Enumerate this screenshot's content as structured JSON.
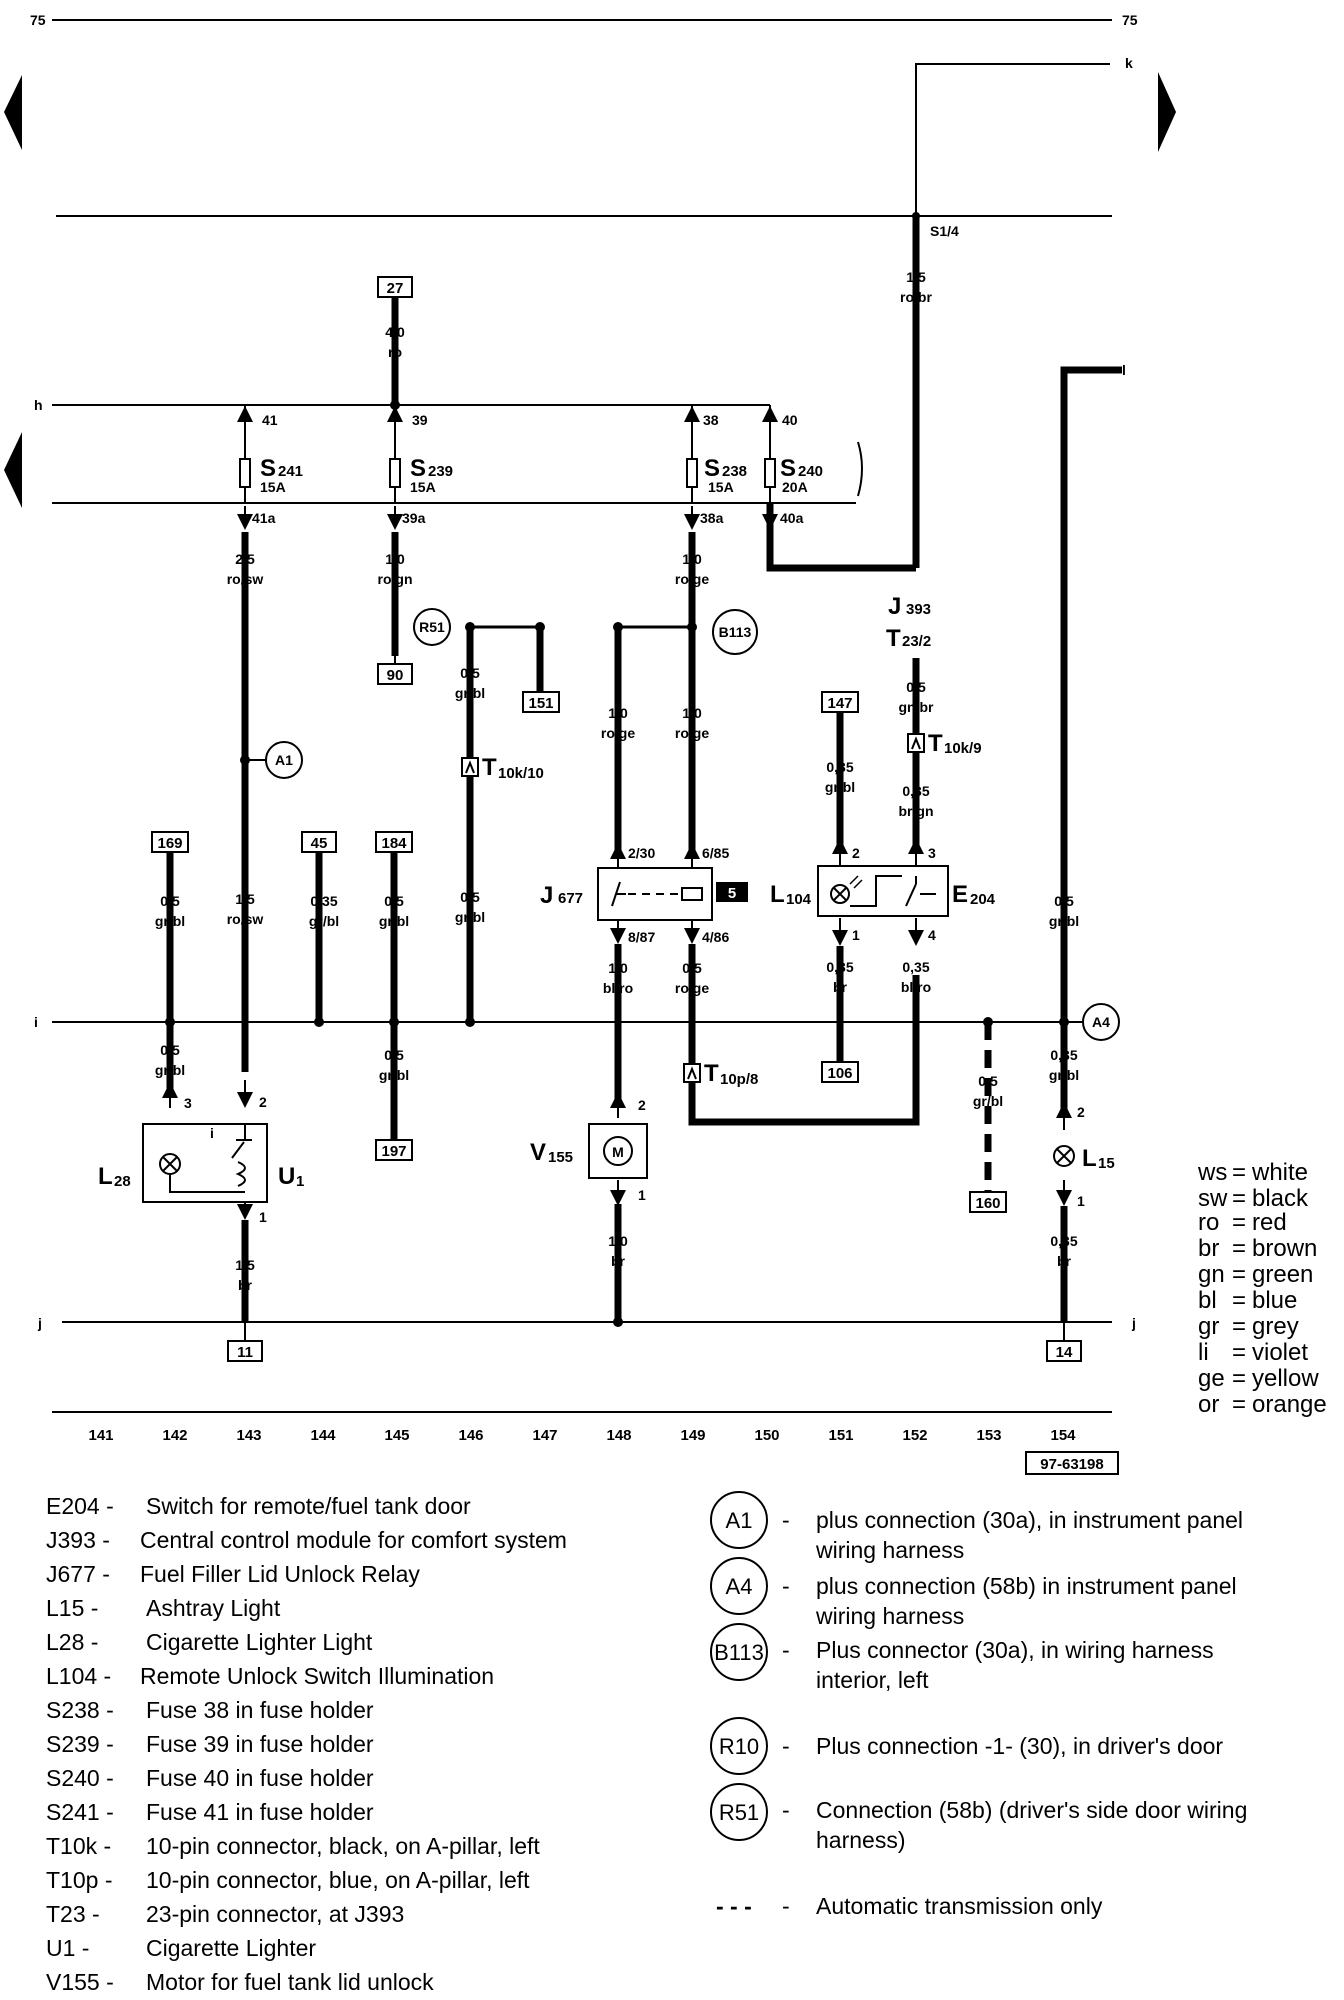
{
  "diagram": {
    "refs": {
      "top_left": "75",
      "top_right": "75",
      "k": "k",
      "h": "h",
      "l": "l",
      "i": "i",
      "j_left": "j",
      "j_right": "j",
      "doc": "97-63198"
    },
    "boxes": {
      "b27": "27",
      "b90": "90",
      "b151": "151",
      "b147": "147",
      "b169": "169",
      "b45": "45",
      "b184": "184",
      "b197": "197",
      "b106": "106",
      "b160": "160",
      "b11": "11",
      "b14": "14",
      "b5": "5"
    },
    "circles": {
      "r51": "R51",
      "b113": "B113",
      "a1": "A1",
      "a4": "A4"
    },
    "fuses": {
      "s241": {
        "name": "S",
        "sub": "241",
        "amp": "15A",
        "in": "41",
        "out": "41a"
      },
      "s239": {
        "name": "S",
        "sub": "239",
        "amp": "15A",
        "in": "39",
        "out": "39a"
      },
      "s238": {
        "name": "S",
        "sub": "238",
        "amp": "15A",
        "in": "38",
        "out": "38a"
      },
      "s240": {
        "name": "S",
        "sub": "240",
        "amp": "20A",
        "in": "40",
        "out": "40a"
      }
    },
    "wires": {
      "w27": {
        "size": "4,0",
        "color": "ro"
      },
      "s14": {
        "size": "1,5",
        "color": "ro/br"
      },
      "w41": {
        "size": "2,5",
        "color": "ro/sw"
      },
      "w39": {
        "size": "1,0",
        "color": "ro/gn"
      },
      "w38": {
        "size": "1,0",
        "color": "ro/ge"
      },
      "wr51": {
        "size": "0,5",
        "color": "gr/bl"
      },
      "w148": {
        "size": "1,0",
        "color": "ro/ge"
      },
      "w149": {
        "size": "1,0",
        "color": "ro/ge"
      },
      "w147": {
        "size": "0,35",
        "color": "gr/bl"
      },
      "wj393": {
        "size": "0,5",
        "color": "gn/br"
      },
      "w10k9": {
        "size": "0,35",
        "color": "br/gn"
      },
      "w169": {
        "size": "0,5",
        "color": "gr/bl"
      },
      "w143": {
        "size": "1,5",
        "color": "ro/sw"
      },
      "w45": {
        "size": "0,35",
        "color": "gr/bl"
      },
      "w184": {
        "size": "0,5",
        "color": "gr/bl"
      },
      "w146": {
        "size": "0,5",
        "color": "gr/bl"
      },
      "w154": {
        "size": "0,5",
        "color": "gr/bl"
      },
      "w887": {
        "size": "1,0",
        "color": "bl/ro"
      },
      "w486": {
        "size": "0,5",
        "color": "ro/ge"
      },
      "wl1": {
        "size": "0,35",
        "color": "br"
      },
      "we4": {
        "size": "0,35",
        "color": "bl/ro"
      },
      "w142b": {
        "size": "0,5",
        "color": "gr/bl"
      },
      "w197": {
        "size": "0,5",
        "color": "gr/bl"
      },
      "w160": {
        "size": "0,5",
        "color": "gr/bl"
      },
      "w154b": {
        "size": "0,35",
        "color": "gr/bl"
      },
      "w11": {
        "size": "1,5",
        "color": "br"
      },
      "wv": {
        "size": "1,0",
        "color": "br"
      },
      "w14": {
        "size": "0,35",
        "color": "br"
      }
    },
    "pins": {
      "s14": "S1/4",
      "j230": "2/30",
      "j685": "6/85",
      "j887": "8/87",
      "j486": "4/86",
      "l2": "2",
      "l1": "1",
      "e3": "3",
      "e4": "4",
      "l28p3": "3",
      "u1p2": "2",
      "u1p1": "1",
      "v2": "2",
      "v1": "1",
      "l15p2": "2",
      "l15p1": "1"
    },
    "conns": {
      "t10k10": {
        "name": "T",
        "sub": "10k/10"
      },
      "t10k9": {
        "name": "T",
        "sub": "10k/9"
      },
      "t10p8": {
        "name": "T",
        "sub": "10p/8"
      },
      "t232": {
        "name": "T",
        "sub": "23/2"
      }
    },
    "comps": {
      "j393": {
        "name": "J",
        "sub": "393"
      },
      "j677": {
        "name": "J",
        "sub": "677"
      },
      "l104": {
        "name": "L",
        "sub": "104"
      },
      "e204": {
        "name": "E",
        "sub": "204"
      },
      "v155": {
        "name": "V",
        "sub": "155"
      },
      "l28": {
        "name": "L",
        "sub": "28"
      },
      "u1": {
        "name": "U",
        "sub": "1"
      },
      "l15": {
        "name": "L",
        "sub": "15"
      },
      "motor": "M",
      "i": "i"
    },
    "columns": [
      "141",
      "142",
      "143",
      "144",
      "145",
      "146",
      "147",
      "148",
      "149",
      "150",
      "151",
      "152",
      "153",
      "154"
    ]
  },
  "color_key": [
    {
      "abbr": "ws",
      "name": "white"
    },
    {
      "abbr": "sw",
      "name": "black"
    },
    {
      "abbr": "ro",
      "name": "red"
    },
    {
      "abbr": "br",
      "name": "brown"
    },
    {
      "abbr": "gn",
      "name": "green"
    },
    {
      "abbr": "bl",
      "name": "blue"
    },
    {
      "abbr": "gr",
      "name": "grey"
    },
    {
      "abbr": "li",
      "name": "violet"
    },
    {
      "abbr": "ge",
      "name": "yellow"
    },
    {
      "abbr": "or",
      "name": "orange"
    }
  ],
  "legend_left": [
    {
      "code": "E204 -",
      "desc": "Switch for remote/fuel tank door"
    },
    {
      "code": "J393 -",
      "desc": "Central control module for comfort system"
    },
    {
      "code": "J677 -",
      "desc": "Fuel Filler Lid Unlock Relay"
    },
    {
      "code": "L15   -",
      "desc": "Ashtray Light"
    },
    {
      "code": "L28   -",
      "desc": "Cigarette Lighter Light"
    },
    {
      "code": "L104 -",
      "desc": "Remote Unlock Switch Illumination"
    },
    {
      "code": "S238 -",
      "desc": "Fuse 38 in fuse holder"
    },
    {
      "code": "S239 -",
      "desc": "Fuse 39 in fuse holder"
    },
    {
      "code": "S240 -",
      "desc": "Fuse 40 in fuse holder"
    },
    {
      "code": "S241 -",
      "desc": "Fuse 41 in fuse holder"
    },
    {
      "code": "T10k  -",
      "desc": "10-pin connector, black, on A-pillar, left"
    },
    {
      "code": "T10p  -",
      "desc": "10-pin connector, blue, on A-pillar, left"
    },
    {
      "code": "T23    -",
      "desc": "23-pin connector, at J393"
    },
    {
      "code": "U1     -",
      "desc": "Cigarette Lighter"
    },
    {
      "code": "V155 -",
      "desc": "Motor for fuel tank lid unlock"
    }
  ],
  "legend_right": [
    {
      "sym": "A1",
      "dash": "-",
      "l1": "plus connection (30a), in instrument panel",
      "l2": "wiring harness"
    },
    {
      "sym": "A4",
      "dash": "-",
      "l1": "plus connection (58b) in instrument panel",
      "l2": "wiring harness"
    },
    {
      "sym": "B113",
      "dash": "-",
      "l1": "Plus connector (30a), in wiring harness",
      "l2": "interior, left"
    },
    {
      "sym": "R10",
      "dash": "-",
      "l1": "Plus connection -1- (30), in driver's door",
      "l2": ""
    },
    {
      "sym": "R51",
      "dash": "-",
      "l1": "Connection (58b) (driver's side door wiring",
      "l2": "harness)"
    }
  ],
  "auto_note": {
    "sym": "- - -",
    "dash": "-",
    "text": "Automatic transmission only"
  }
}
